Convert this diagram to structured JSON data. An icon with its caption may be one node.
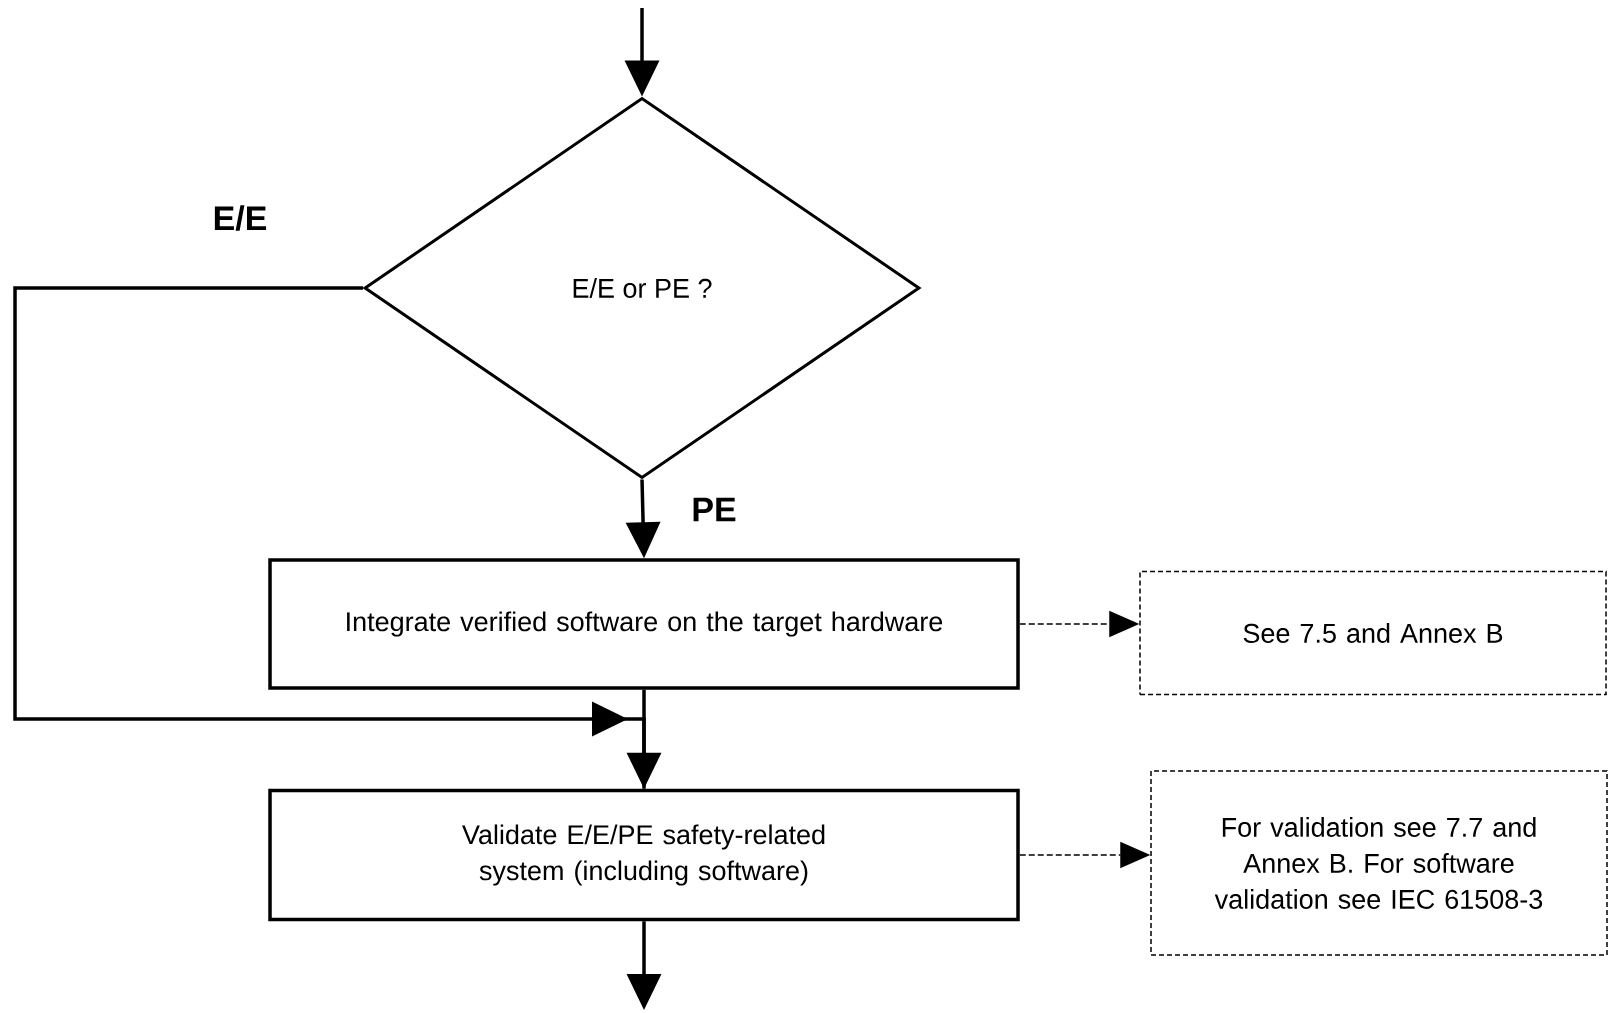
{
  "diagram": {
    "nodes": [
      {
        "text": [
          "E/E or PE ?"
        ]
      },
      {
        "text": [
          "Integrate verified software on the target hardware"
        ]
      },
      {
        "text": [
          "Validate E/E/PE safety-related system (including software)"
        ]
      },
      {
        "text": [
          "See 7.5 and Annex B"
        ]
      },
      {
        "text": [
          "For validation see 7.7 and Annex B. For software validation see IEC 61508-3"
        ]
      }
    ],
    "edges": [
      {
        "from": null,
        "to": 0,
        "arrow": "to"
      },
      {
        "from": 0,
        "to": 1,
        "arrow": "to",
        "label": "PE"
      },
      {
        "from": 0,
        "to": 2,
        "arrow": "to",
        "label": "E/E"
      },
      {
        "from": 1,
        "to": 2,
        "arrow": "to"
      },
      {
        "from": 1,
        "to": 3,
        "arrow": "to",
        "style": "dashed"
      },
      {
        "from": 2,
        "to": 4,
        "arrow": "to",
        "style": "dashed"
      },
      {
        "from": 2,
        "to": null,
        "arrow": "to"
      }
    ]
  }
}
